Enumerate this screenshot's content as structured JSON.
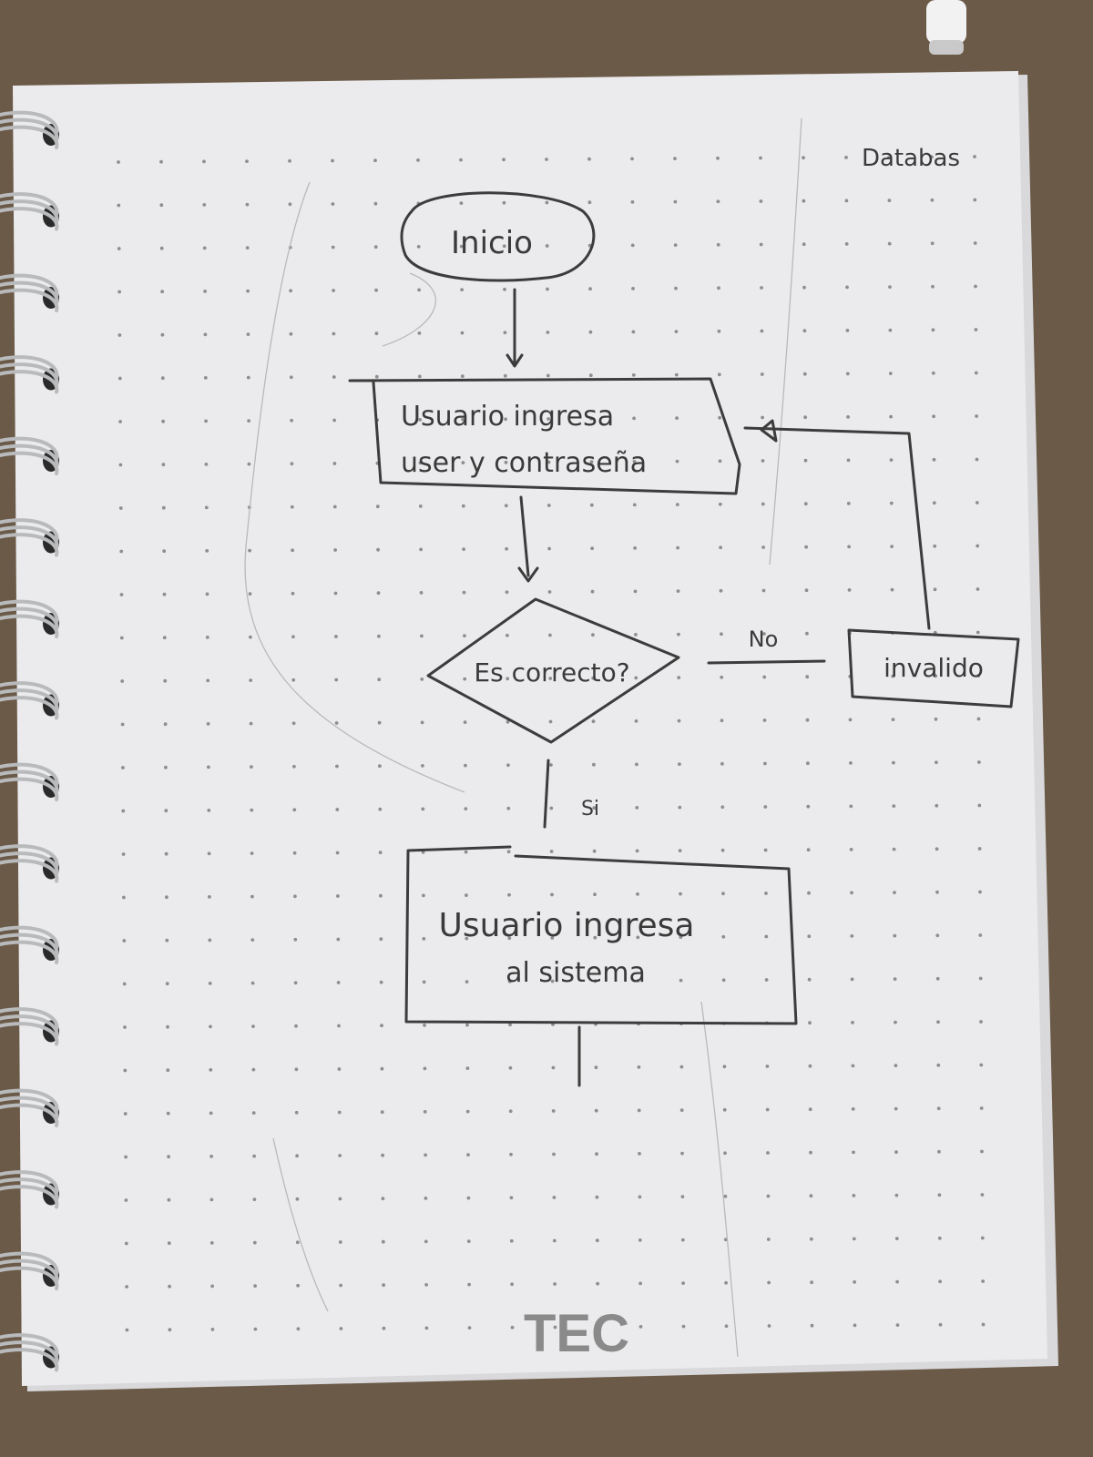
{
  "page": {
    "corner_note": "Databas",
    "brand_logo": "TEC"
  },
  "flowchart": {
    "start": "Inicio",
    "input_line1": "Usuario ingresa",
    "input_line2": "user y contraseña",
    "decision": "Es correcto?",
    "no_label": "No",
    "invalid": "invalido",
    "yes_label": "Si",
    "process_line1": "Usuario ingresa",
    "process_line2": "al sistema"
  },
  "colors": {
    "desk": "#6b5a48",
    "paper": "#ebebed",
    "ink": "#3a3a3a",
    "dots": "#8e8e8e",
    "spiral": "#b8babc"
  }
}
